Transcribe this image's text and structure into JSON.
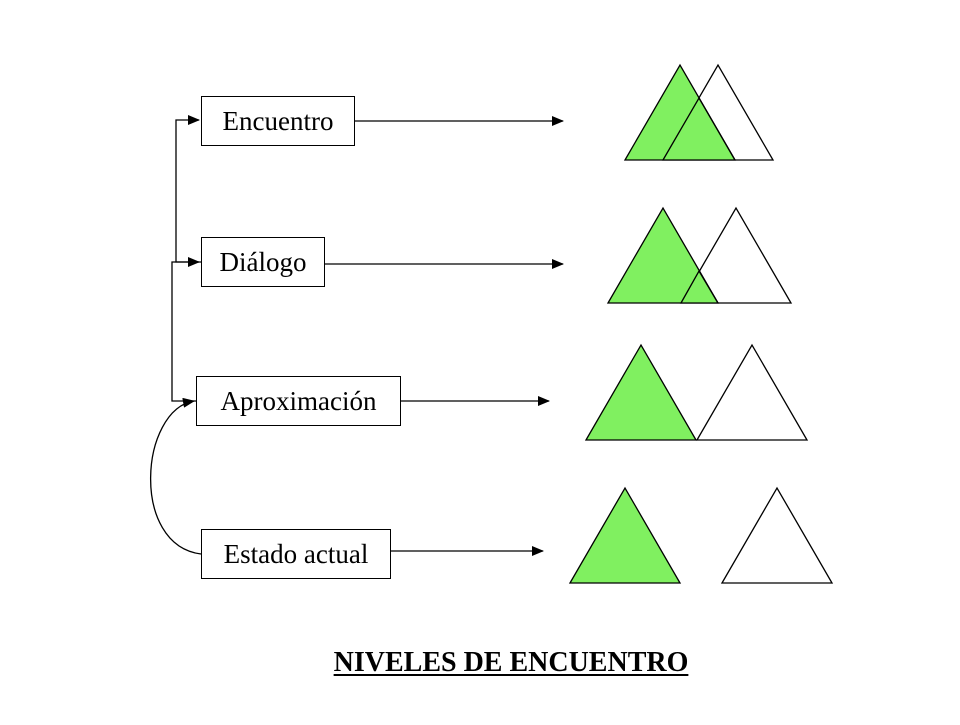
{
  "diagram": {
    "title": "NIVELES DE ENCUENTRO",
    "levels": [
      {
        "id": "encuentro",
        "label": "Encuentro"
      },
      {
        "id": "dialogo",
        "label": "Diálogo"
      },
      {
        "id": "aproximacion",
        "label": "Aproximación"
      },
      {
        "id": "estado-actual",
        "label": "Estado actual"
      }
    ]
  },
  "colors": {
    "filled_triangle": "#80f060",
    "outline": "#000000",
    "background": "#ffffff"
  }
}
